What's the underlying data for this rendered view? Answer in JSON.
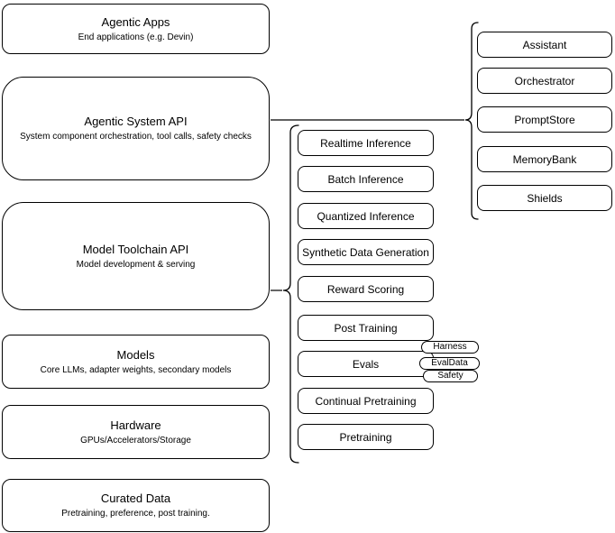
{
  "colors": {
    "background": "#ffffff",
    "box_fill": "#ffffff",
    "box_stroke": "#000000",
    "text": "#000000"
  },
  "stack_layers": [
    {
      "title": "Agentic Apps",
      "subtitle": "End applications (e.g. Devin)"
    },
    {
      "title": "Agentic System API",
      "subtitle": "System component orchestration, tool calls, safety checks"
    },
    {
      "title": "Model Toolchain API",
      "subtitle": "Model development & serving"
    },
    {
      "title": "Models",
      "subtitle": "Core LLMs, adapter weights, secondary models"
    },
    {
      "title": "Hardware",
      "subtitle": "GPUs/Accelerators/Storage"
    },
    {
      "title": "Curated Data",
      "subtitle": "Pretraining, preference, post training."
    }
  ],
  "toolchain_items": [
    "Realtime Inference",
    "Batch Inference",
    "Quantized Inference",
    "Synthetic Data Generation",
    "Reward Scoring",
    "Post Training",
    "Evals",
    "Continual Pretraining",
    "Pretraining"
  ],
  "eval_tags": [
    "Harness",
    "EvalData",
    "Safety"
  ],
  "system_components": [
    "Assistant",
    "Orchestrator",
    "PromptStore",
    "MemoryBank",
    "Shields"
  ]
}
